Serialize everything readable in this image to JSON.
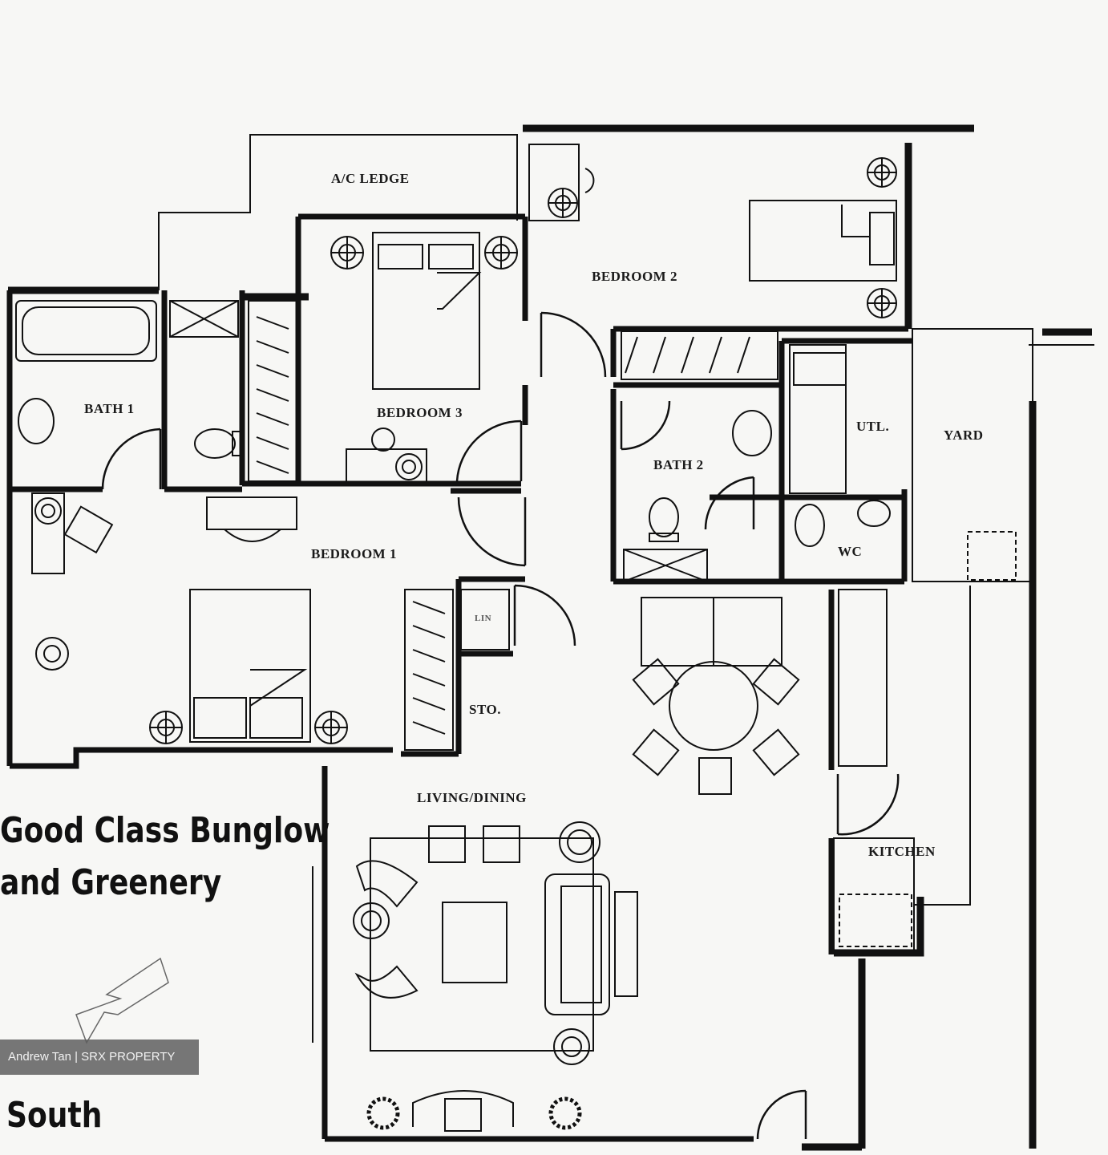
{
  "rooms": {
    "ac_ledge": "A/C LEDGE",
    "bedroom_2": "BEDROOM 2",
    "bath_1": "BATH 1",
    "bedroom_3": "BEDROOM 3",
    "bath_2": "BATH 2",
    "utl": "UTL.",
    "yard": "YARD",
    "bedroom_1": "BEDROOM 1",
    "lin": "LIN",
    "wc": "WC",
    "sto": "STO.",
    "living_dining": "LIVING/DINING",
    "kitchen": "KITCHEN"
  },
  "annotations": {
    "line1": "Good Class Bunglow",
    "line2": "and Greenery",
    "south": "South"
  },
  "watermark": "Andrew Tan | SRX PROPERTY",
  "colors": {
    "ink": "#111111",
    "paper": "#f7f7f5"
  }
}
